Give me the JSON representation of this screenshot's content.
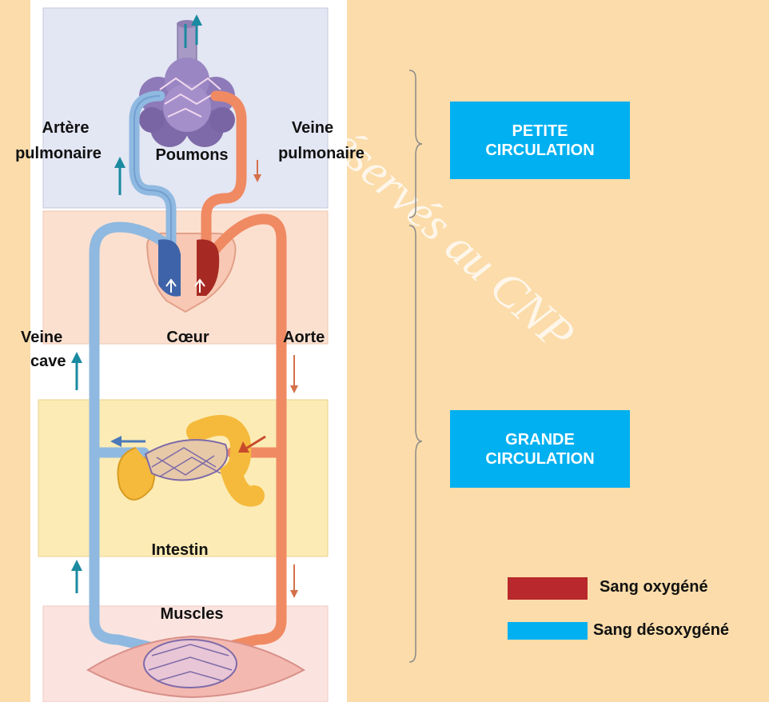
{
  "colors": {
    "background": "#fbdcaa",
    "box": "#00b0f0",
    "oxygenated": "#b8282c",
    "deoxygenated": "#00b0f0",
    "artery": "#f08a62",
    "vein": "#8fb9e0"
  },
  "labels": {
    "arteria_line1": "Artère",
    "arteria_line2": "pulmonaire",
    "poumons": "Poumons",
    "veine_pulm_line1": "Veine",
    "veine_pulm_line2": "pulmonaire",
    "veine_cave_line1": "Veine",
    "veine_cave_line2": "cave",
    "coeur": "Cœur",
    "aorte": "Aorte",
    "intestin": "Intestin",
    "muscles": "Muscles"
  },
  "boxes": {
    "petite_line1": "PETITE",
    "petite_line2": "CIRCULATION",
    "grande_line1": "GRANDE",
    "grande_line2": "CIRCULATION"
  },
  "legend": {
    "oxygenated": "Sang oxygéné",
    "deoxygenated": "Sang désoxygéné"
  },
  "watermark": "réservés au CNP"
}
